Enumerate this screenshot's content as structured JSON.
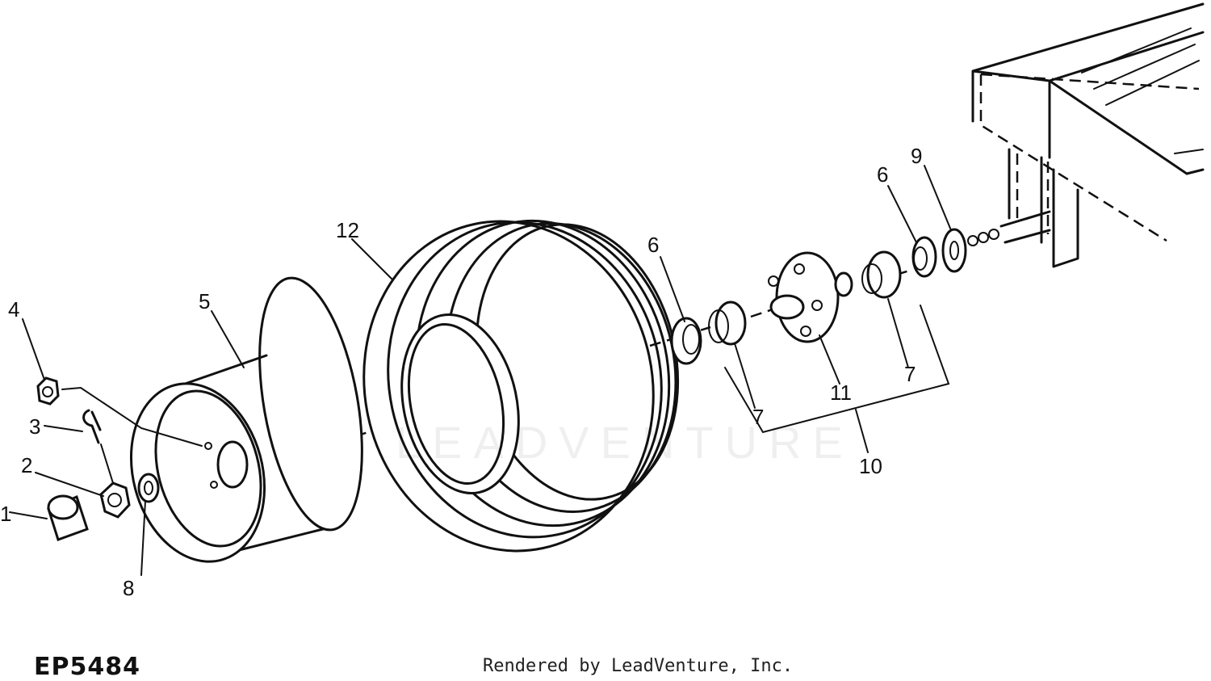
{
  "diagram": {
    "code": "EP5484",
    "credit": "Rendered by LeadVenture, Inc.",
    "watermark": "LEADVENTURE",
    "callouts": [
      "1",
      "2",
      "3",
      "4",
      "5",
      "6",
      "6",
      "7",
      "7",
      "8",
      "9",
      "10",
      "11",
      "12"
    ]
  }
}
